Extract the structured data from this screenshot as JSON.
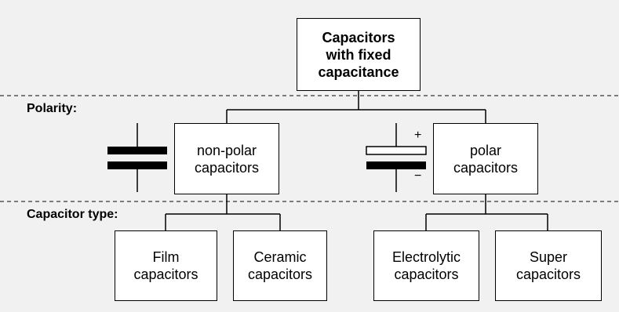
{
  "diagram": {
    "root": {
      "label": "Capacitors\nwith fixed\ncapacitance"
    },
    "sections": {
      "polarity": "Polarity:",
      "capacitor_type": "Capacitor type:"
    },
    "groups": [
      {
        "label": "non-polar\ncapacitors",
        "symbol": "non-polar-capacitor-symbol",
        "children": [
          {
            "label": "Film\ncapacitors"
          },
          {
            "label": "Ceramic\ncapacitors"
          }
        ]
      },
      {
        "label": "polar\ncapacitors",
        "symbol": "polar-capacitor-symbol",
        "children": [
          {
            "label": "Electrolytic\ncapacitors"
          },
          {
            "label": "Super\ncapacitors"
          }
        ]
      }
    ],
    "polar_signs": {
      "plus": "+",
      "minus": "−"
    }
  }
}
